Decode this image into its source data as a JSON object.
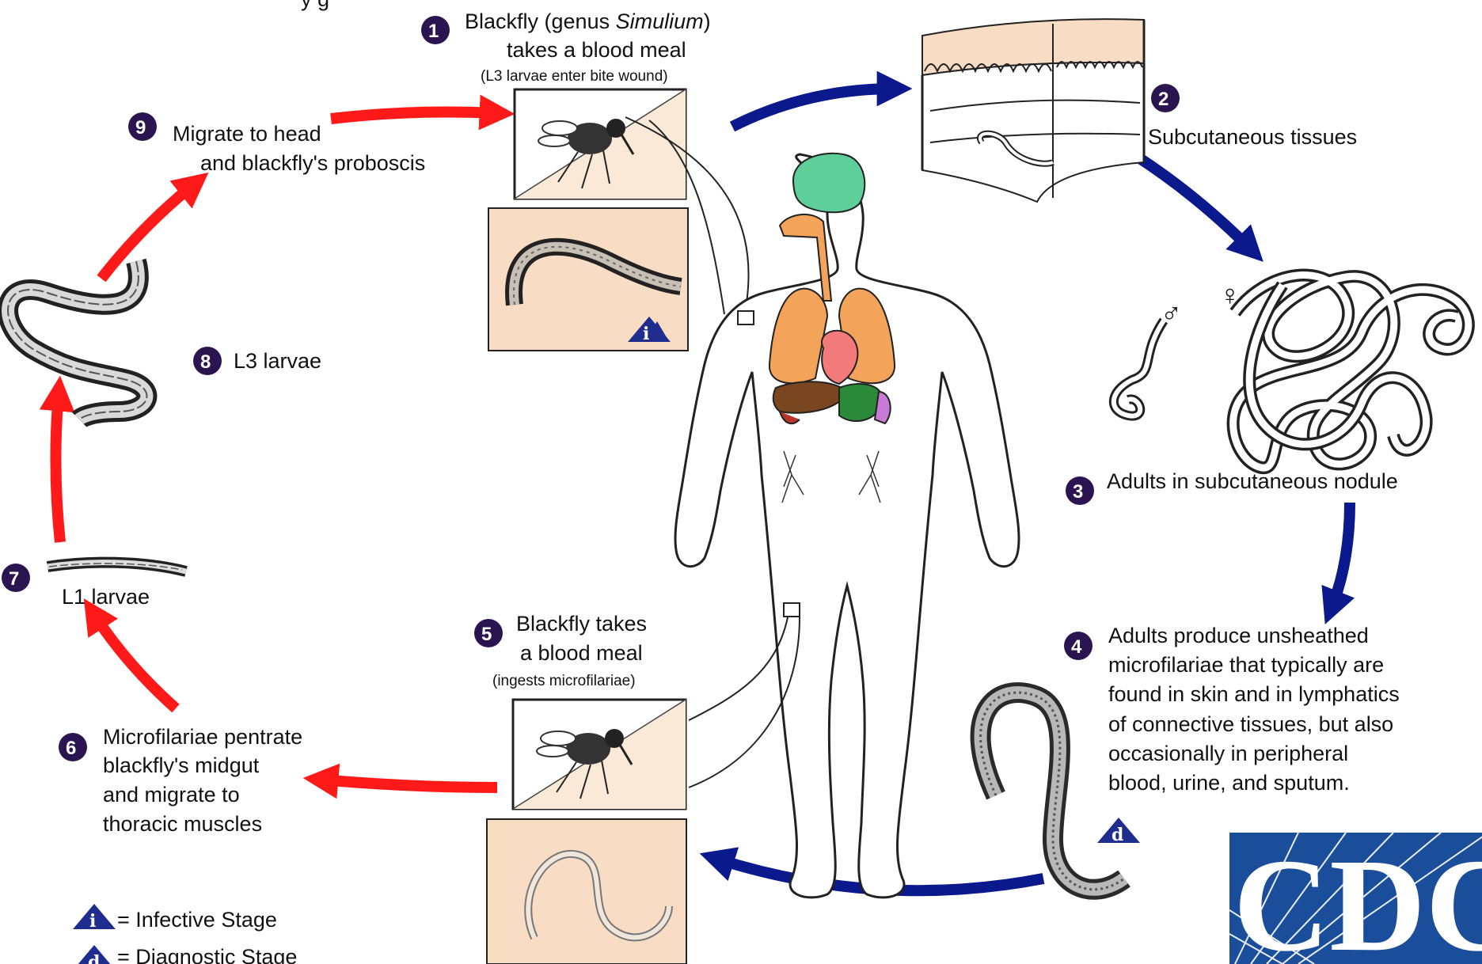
{
  "title_partial": "y g",
  "steps": [
    {
      "num": "1",
      "lines": [
        "Blackfly (genus ",
        "takes a blood meal"
      ],
      "italic": "Simulium",
      "italic_suffix": ")",
      "note": "(L3 larvae enter bite wound)"
    },
    {
      "num": "2",
      "lines": [
        "Subcutaneous tissues"
      ]
    },
    {
      "num": "3",
      "lines": [
        "Adults in subcutaneous nodule"
      ]
    },
    {
      "num": "4",
      "lines": [
        "Adults produce unsheathed",
        "microfilariae that typically are",
        "found in skin and in lymphatics",
        "of connective tissues,  but also",
        "occasionally in peripheral",
        "blood, urine, and sputum."
      ]
    },
    {
      "num": "5",
      "lines": [
        "Blackfly takes",
        "a blood meal"
      ],
      "note": "(ingests microfilariae)"
    },
    {
      "num": "6",
      "lines": [
        "Microfilariae pentrate",
        "blackfly's midgut",
        "and migrate to",
        "thoracic muscles"
      ]
    },
    {
      "num": "7",
      "lines": [
        "L1 larvae"
      ]
    },
    {
      "num": "8",
      "lines": [
        "L3 larvae"
      ]
    },
    {
      "num": "9",
      "lines": [
        "Migrate to head",
        "and blackfly's proboscis"
      ]
    }
  ],
  "legend": {
    "infective_symbol": "i",
    "infective_label": "= Infective Stage",
    "diagnostic_symbol": "d",
    "diagnostic_label": "= Diagnostic Stage"
  },
  "sex_symbols": {
    "male": "♂",
    "female": "♀"
  },
  "logo_text": "CDC",
  "colors": {
    "host_arrow": "#0a1a8c",
    "vector_arrow": "#ff1a1a",
    "step_circle": "#2a1550",
    "stage_triangle": "#1f2d8f",
    "inset_background": "#f8dcc4",
    "skin_background": "#fbe9d8",
    "logo_background": "#1a4e9a",
    "brain": "#5fcf99",
    "lungs": "#f4a35a",
    "heart": "#f27a7a",
    "liver": "#7a4620",
    "stomach": "#2a8a3a",
    "kidney": "#c77ad6"
  }
}
